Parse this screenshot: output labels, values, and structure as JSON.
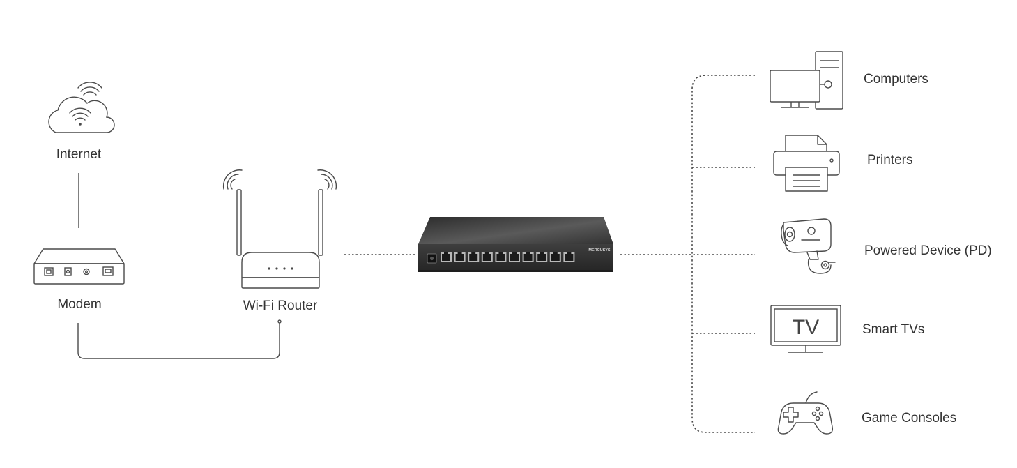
{
  "labels": {
    "internet": "Internet",
    "modem": "Modem",
    "router": "Wi-Fi Router",
    "computers": "Computers",
    "printers": "Printers",
    "pd": "Powered Device (PD)",
    "tvs": "Smart TVs",
    "consoles": "Game Consoles"
  },
  "switch": {
    "brand": "MERCUSYS"
  },
  "tv_screen_text": "TV",
  "colors": {
    "stroke": "#4a4a4a",
    "text": "#333333",
    "switch_body": "#3a3a3a"
  }
}
